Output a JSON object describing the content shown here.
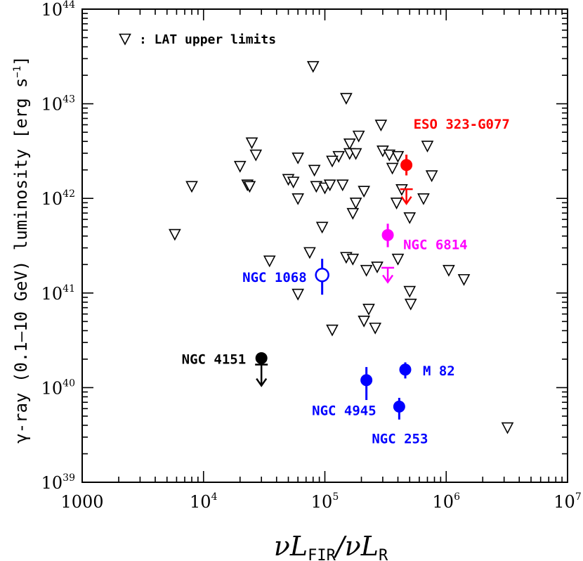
{
  "chart_data": {
    "type": "scatter",
    "x_scale": "log",
    "y_scale": "log",
    "xlim": [
      1000,
      10000000
    ],
    "ylim": [
      1e+39,
      1e+44
    ],
    "grid": false,
    "xlabel": {
      "main": "νL",
      "sub1": "FIR",
      "slash": "/νL",
      "sub2": "R"
    },
    "ylabel": {
      "main": "γ-ray (0.1–10 GeV) luminosity [erg s",
      "sup": "−1",
      "close": "]"
    },
    "x_ticks": [
      {
        "value": 1000,
        "base": "1000",
        "exp": ""
      },
      {
        "value": 10000,
        "base": "10",
        "exp": "4"
      },
      {
        "value": 100000,
        "base": "10",
        "exp": "5"
      },
      {
        "value": 1000000,
        "base": "10",
        "exp": "6"
      },
      {
        "value": 10000000,
        "base": "10",
        "exp": "7"
      }
    ],
    "y_ticks": [
      {
        "value": 1e+39,
        "base": "10",
        "exp": "39"
      },
      {
        "value": 1e+40,
        "base": "10",
        "exp": "40"
      },
      {
        "value": 1e+41,
        "base": "10",
        "exp": "41"
      },
      {
        "value": 1e+42,
        "base": "10",
        "exp": "42"
      },
      {
        "value": 1e+43,
        "base": "10",
        "exp": "43"
      },
      {
        "value": 1e+44,
        "base": "10",
        "exp": "44"
      }
    ],
    "legend": {
      "position": "top-left",
      "symbol": "open-down-triangle",
      "text": ": LAT upper limits"
    },
    "upper_limits": [
      [
        80000,
        2.5e+43
      ],
      [
        150000,
        1.15e+43
      ],
      [
        290000,
        6e+42
      ],
      [
        190000,
        4.6e+42
      ],
      [
        700000,
        3.6e+42
      ],
      [
        25000,
        3.9e+42
      ],
      [
        160000,
        3.8e+42
      ],
      [
        27000,
        2.9e+42
      ],
      [
        60000,
        2.7e+42
      ],
      [
        130000,
        2.8e+42
      ],
      [
        160000,
        3e+42
      ],
      [
        180000,
        3e+42
      ],
      [
        300000,
        3.2e+42
      ],
      [
        340000,
        2.9e+42
      ],
      [
        400000,
        2.8e+42
      ],
      [
        20000,
        2.2e+42
      ],
      [
        115000,
        2.5e+42
      ],
      [
        82000,
        2e+42
      ],
      [
        360000,
        2.1e+42
      ],
      [
        760000,
        1.75e+42
      ],
      [
        50000,
        1.6e+42
      ],
      [
        55000,
        1.5e+42
      ],
      [
        23000,
        1.4e+42
      ],
      [
        24000,
        1.35e+42
      ],
      [
        8000,
        1.35e+42
      ],
      [
        85000,
        1.35e+42
      ],
      [
        100000,
        1.3e+42
      ],
      [
        110000,
        1.4e+42
      ],
      [
        140000,
        1.4e+42
      ],
      [
        210000,
        1.2e+42
      ],
      [
        430000,
        1.25e+42
      ],
      [
        60000,
        1e+42
      ],
      [
        650000,
        1e+42
      ],
      [
        180000,
        9e+41
      ],
      [
        170000,
        7e+41
      ],
      [
        390000,
        9e+41
      ],
      [
        500000,
        6.3e+41
      ],
      [
        95000,
        5e+41
      ],
      [
        5800,
        4.2e+41
      ],
      [
        75000,
        2.7e+41
      ],
      [
        35000,
        2.2e+41
      ],
      [
        150000,
        2.4e+41
      ],
      [
        170000,
        2.3e+41
      ],
      [
        400000,
        2.3e+41
      ],
      [
        220000,
        1.75e+41
      ],
      [
        270000,
        1.9e+41
      ],
      [
        1050000,
        1.75e+41
      ],
      [
        1400000,
        1.4e+41
      ],
      [
        60000,
        9.8e+40
      ],
      [
        500000,
        1.05e+41
      ],
      [
        510000,
        7.7e+40
      ],
      [
        230000,
        6.8e+40
      ],
      [
        210000,
        5.1e+40
      ],
      [
        260000,
        4.3e+40
      ],
      [
        115000,
        4.1e+40
      ],
      [
        3200000,
        3.8e+39
      ]
    ],
    "sources": [
      {
        "name": "ESO 323-G077",
        "color": "#ff0000",
        "x": 470000,
        "y": 2.25e+42,
        "y_err": [
          1.75e+42,
          2.9e+42
        ],
        "filled": true,
        "limit": {
          "x": 470000,
          "top": 1.25e+42,
          "tip": 8.8e+41
        }
      },
      {
        "name": "NGC 6814",
        "color": "#ff00ff",
        "x": 330000,
        "y": 4.1e+41,
        "y_err": [
          3.05e+41,
          5.4e+41
        ],
        "filled": true,
        "limit": {
          "x": 330000,
          "top": 1.85e+41,
          "tip": 1.3e+41
        }
      },
      {
        "name": "NGC 1068",
        "color": "#0000ff",
        "x": 95000,
        "y": 1.55e+41,
        "y_err": [
          9.6e+40,
          2.3e+41
        ],
        "filled": false,
        "limit": null
      },
      {
        "name": "NGC 4151",
        "color": "#000000",
        "x": 30000,
        "y": 2.05e+40,
        "y_err": null,
        "filled": true,
        "limit": {
          "x": 30000,
          "top": 1.75e+40,
          "tip": 1.05e+40
        }
      },
      {
        "name": "M 82",
        "color": "#0000ff",
        "x": 460000,
        "y": 1.55e+40,
        "y_err": [
          1.25e+40,
          1.85e+40
        ],
        "filled": true,
        "limit": null
      },
      {
        "name": "NGC 4945",
        "color": "#0000ff",
        "x": 220000,
        "y": 1.2e+40,
        "y_err": [
          7.4e+39,
          1.65e+40
        ],
        "filled": true,
        "limit": null
      },
      {
        "name": "NGC 253",
        "color": "#0000ff",
        "x": 410000,
        "y": 6.3e+39,
        "y_err": [
          4.6e+39,
          7.8e+39
        ],
        "filled": true,
        "limit": null
      }
    ]
  }
}
